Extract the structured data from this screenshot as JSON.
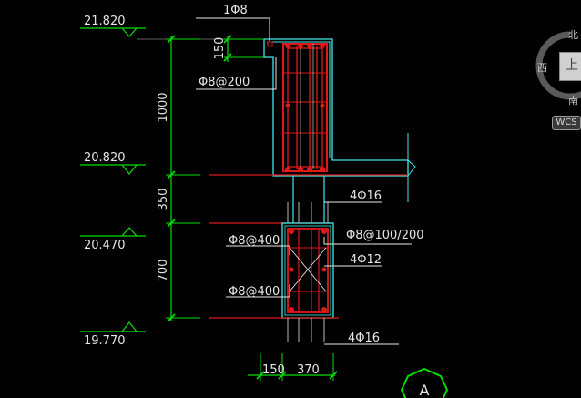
{
  "elevations": {
    "top": "21.820",
    "beam_bottom": "20.820",
    "lower_beam_top": "20.470",
    "bottom": "19.770"
  },
  "dimensions": {
    "d150_top": "150",
    "d1000": "1000",
    "d350": "350",
    "d700": "700",
    "d150_bottom": "150",
    "d370": "370"
  },
  "rebar_labels": {
    "top_bar": "1Φ8",
    "upper_stirrup": "Φ8@200",
    "mid_bars": "4Φ16",
    "lower_stirrup": "Φ8@100/200",
    "left_top": "Φ8@400",
    "side_bars": "4Φ12",
    "left_bottom": "Φ8@400",
    "bottom_bars": "4Φ16"
  },
  "section_marker": "A",
  "compass": {
    "north": "北",
    "west": "西",
    "south": "南",
    "face": "上",
    "wcs": "WCS"
  },
  "colors": {
    "dimension": "#00e000",
    "outline": "#40e8e8",
    "rebar": "#e01818",
    "text": "#e6e6e6",
    "marker": "#00e000"
  }
}
